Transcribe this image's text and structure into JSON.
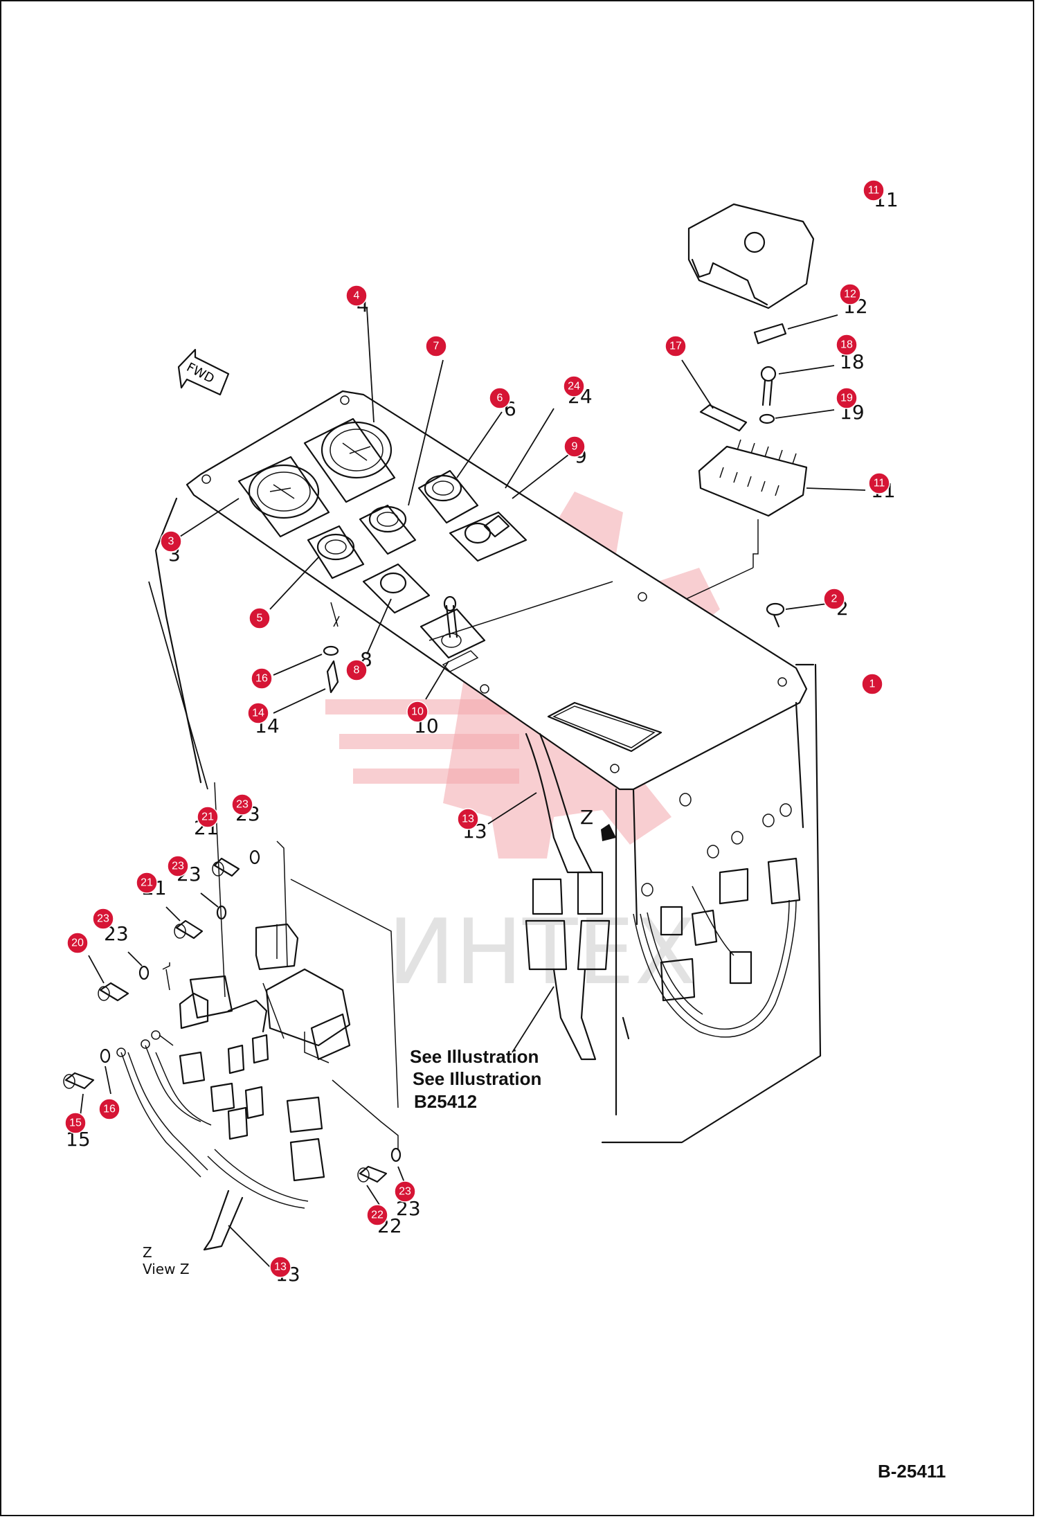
{
  "diagram": {
    "code": "B-25411",
    "fwd_label": "FWD",
    "view_marker": "Z",
    "view_caption_letter": "Z",
    "view_caption": "View Z",
    "see_illustration_1": "See Illustration",
    "see_illustration_2": "See Illustration",
    "see_ref": "B25412",
    "watermark": "ИНТЕХ"
  },
  "callouts": [
    {
      "id": "c1",
      "label": "1"
    },
    {
      "id": "c2",
      "label": "2"
    },
    {
      "id": "c3",
      "label": "3"
    },
    {
      "id": "c4",
      "label": "4"
    },
    {
      "id": "c5",
      "label": "5"
    },
    {
      "id": "c6",
      "label": "6"
    },
    {
      "id": "c7",
      "label": "7"
    },
    {
      "id": "c8",
      "label": "8"
    },
    {
      "id": "c9",
      "label": "9"
    },
    {
      "id": "c10",
      "label": "10"
    },
    {
      "id": "c11a",
      "label": "11"
    },
    {
      "id": "c11b",
      "label": "11"
    },
    {
      "id": "c12",
      "label": "12"
    },
    {
      "id": "c13a",
      "label": "13"
    },
    {
      "id": "c13b",
      "label": "13"
    },
    {
      "id": "c14",
      "label": "14"
    },
    {
      "id": "c15",
      "label": "15"
    },
    {
      "id": "c16a",
      "label": "16"
    },
    {
      "id": "c16b",
      "label": "16"
    },
    {
      "id": "c17",
      "label": "17"
    },
    {
      "id": "c18",
      "label": "18"
    },
    {
      "id": "c19",
      "label": "19"
    },
    {
      "id": "c20",
      "label": "20"
    },
    {
      "id": "c21a",
      "label": "21"
    },
    {
      "id": "c21b",
      "label": "21"
    },
    {
      "id": "c22",
      "label": "22"
    },
    {
      "id": "c23a",
      "label": "23"
    },
    {
      "id": "c23b",
      "label": "23"
    },
    {
      "id": "c23c",
      "label": "23"
    },
    {
      "id": "c23d",
      "label": "23"
    },
    {
      "id": "c24",
      "label": "24"
    }
  ],
  "printed_numbers": {
    "n11a": "11",
    "n12": "12",
    "n18": "18",
    "n19": "19",
    "n11b": "11",
    "n2": "2",
    "n4": "4",
    "n6": "6",
    "n24": "24",
    "n9": "9",
    "n3": "3",
    "n8": "8",
    "n14": "14",
    "n10": "10",
    "n13a": "13",
    "n21a": "21",
    "n23a": "23",
    "n23b": "23",
    "n21b": "21",
    "n23c": "23",
    "n15": "15",
    "n23d": "23",
    "n22": "22",
    "n13b": "13"
  }
}
